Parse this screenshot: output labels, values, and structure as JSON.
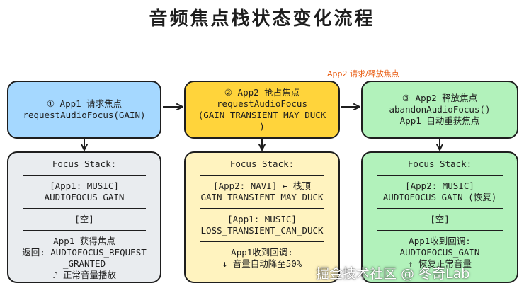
{
  "title": "音频焦点栈状态变化流程",
  "annotation": "App2 请求/释放焦点",
  "steps": [
    {
      "lines": [
        "① App1 请求焦点",
        "requestAudioFocus(GAIN)"
      ]
    },
    {
      "lines": [
        "② App2 抢占焦点",
        "requestAudioFocus",
        "(GAIN_TRANSIENT_MAY_DUCK",
        ")"
      ]
    },
    {
      "lines": [
        "③ App2 释放焦点",
        "abandonAudioFocus()",
        "App1 自动重获焦点"
      ]
    }
  ],
  "stacks": [
    {
      "header": "Focus Stack:",
      "entries": [
        {
          "lines": [
            "[App1: MUSIC]",
            "AUDIOFOCUS_GAIN"
          ]
        },
        {
          "lines": [
            "[空]"
          ]
        }
      ],
      "notes": [
        "App1 获得焦点",
        "返回: AUDIOFOCUS_REQUEST",
        "_GRANTED",
        "♪ 正常音量播放"
      ]
    },
    {
      "header": "Focus Stack:",
      "entries": [
        {
          "lines": [
            "[App2: NAVI] ← 栈顶",
            "GAIN_TRANSIENT_MAY_DUCK"
          ]
        },
        {
          "lines": [
            "[App1: MUSIC]",
            "LOSS_TRANSIENT_CAN_DUCK"
          ]
        }
      ],
      "notes": [
        "App1收到回调:",
        "↓ 音量自动降至50%"
      ]
    },
    {
      "header": "Focus Stack:",
      "entries": [
        {
          "lines": [
            "[App2: MUSIC]",
            "AUDIOFOCUS_GAIN (恢复)"
          ]
        },
        {
          "lines": [
            "[空]"
          ]
        }
      ],
      "notes": [
        "App1收到回调:",
        "AUDIOFOCUS_GAIN",
        "↑ 恢复正常音量"
      ]
    }
  ],
  "watermark": "掘金技术社区 @ 冬奇Lab",
  "colors": {
    "step1_fill": "#a5d8ff",
    "step2_fill": "#ffd43b",
    "step3_fill": "#b2f2bb",
    "stack1_fill": "#e9ecef",
    "stack2_fill": "#fff3bf",
    "stack3_fill": "#b2f2bb",
    "annotation": "#e8590c",
    "stroke": "#1e1e1e"
  }
}
